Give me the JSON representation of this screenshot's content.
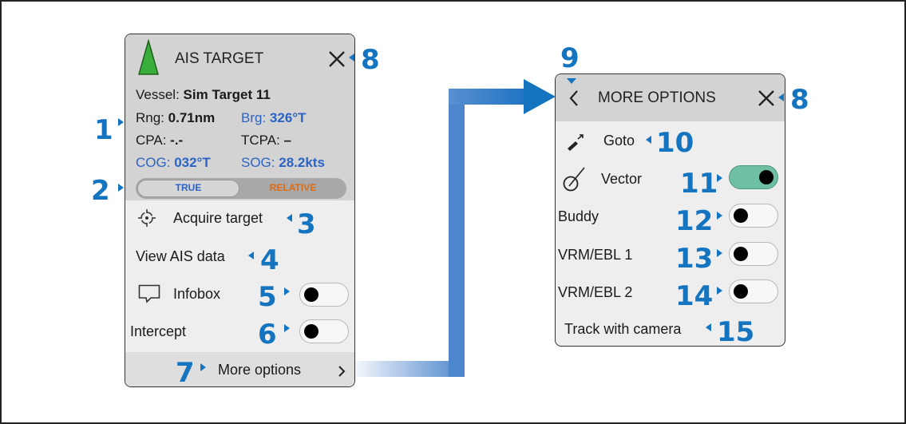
{
  "ais_panel": {
    "title": "AIS TARGET",
    "icon": "green-triangle-target-icon",
    "close_icon": "close-icon",
    "vessel_label": "Vessel:",
    "vessel_value": "Sim Target 11",
    "rng_label": "Rng:",
    "rng_value": "0.71nm",
    "brg_label": "Brg:",
    "brg_value": "326°T",
    "cpa_label": "CPA:",
    "cpa_value": "-.-",
    "tcpa_label": "TCPA:",
    "tcpa_value": "–",
    "cog_label": "COG:",
    "cog_value": "032°T",
    "sog_label": "SOG:",
    "sog_value": "28.2kts",
    "mode_toggle": {
      "options": [
        "TRUE",
        "RELATIVE"
      ],
      "selected": "TRUE"
    },
    "items": [
      {
        "label": "Acquire target",
        "icon": "crosshair-icon"
      },
      {
        "label": "View AIS data"
      },
      {
        "label": "Infobox",
        "icon": "speech-bubble-icon",
        "toggle": false
      },
      {
        "label": "Intercept",
        "toggle": false
      }
    ],
    "more_options_label": "More options",
    "more_options_icon": "chevron-right-icon"
  },
  "more_options_panel": {
    "title": "MORE OPTIONS",
    "back_icon": "chevron-left-icon",
    "close_icon": "close-icon",
    "items": [
      {
        "label": "Goto",
        "icon": "goto-icon"
      },
      {
        "label": "Vector",
        "icon": "vector-icon",
        "toggle": true
      },
      {
        "label": "Buddy",
        "toggle": false
      },
      {
        "label": "VRM/EBL 1",
        "toggle": false
      },
      {
        "label": "VRM/EBL 2",
        "toggle": false
      },
      {
        "label": "Track with camera"
      }
    ]
  },
  "callouts": {
    "c1": "1",
    "c2": "2",
    "c3": "3",
    "c4": "4",
    "c5": "5",
    "c6": "6",
    "c7": "7",
    "c8a": "8",
    "c8b": "8",
    "c9": "9",
    "c10": "10",
    "c11": "11",
    "c12": "12",
    "c13": "13",
    "c14": "14",
    "c15": "15"
  },
  "colors": {
    "callout": "#1574c0",
    "data_blue": "#2b63c6",
    "relative_orange": "#e06a10",
    "toggle_on": "#6fc0a2",
    "target_green": "#3aae3a"
  }
}
